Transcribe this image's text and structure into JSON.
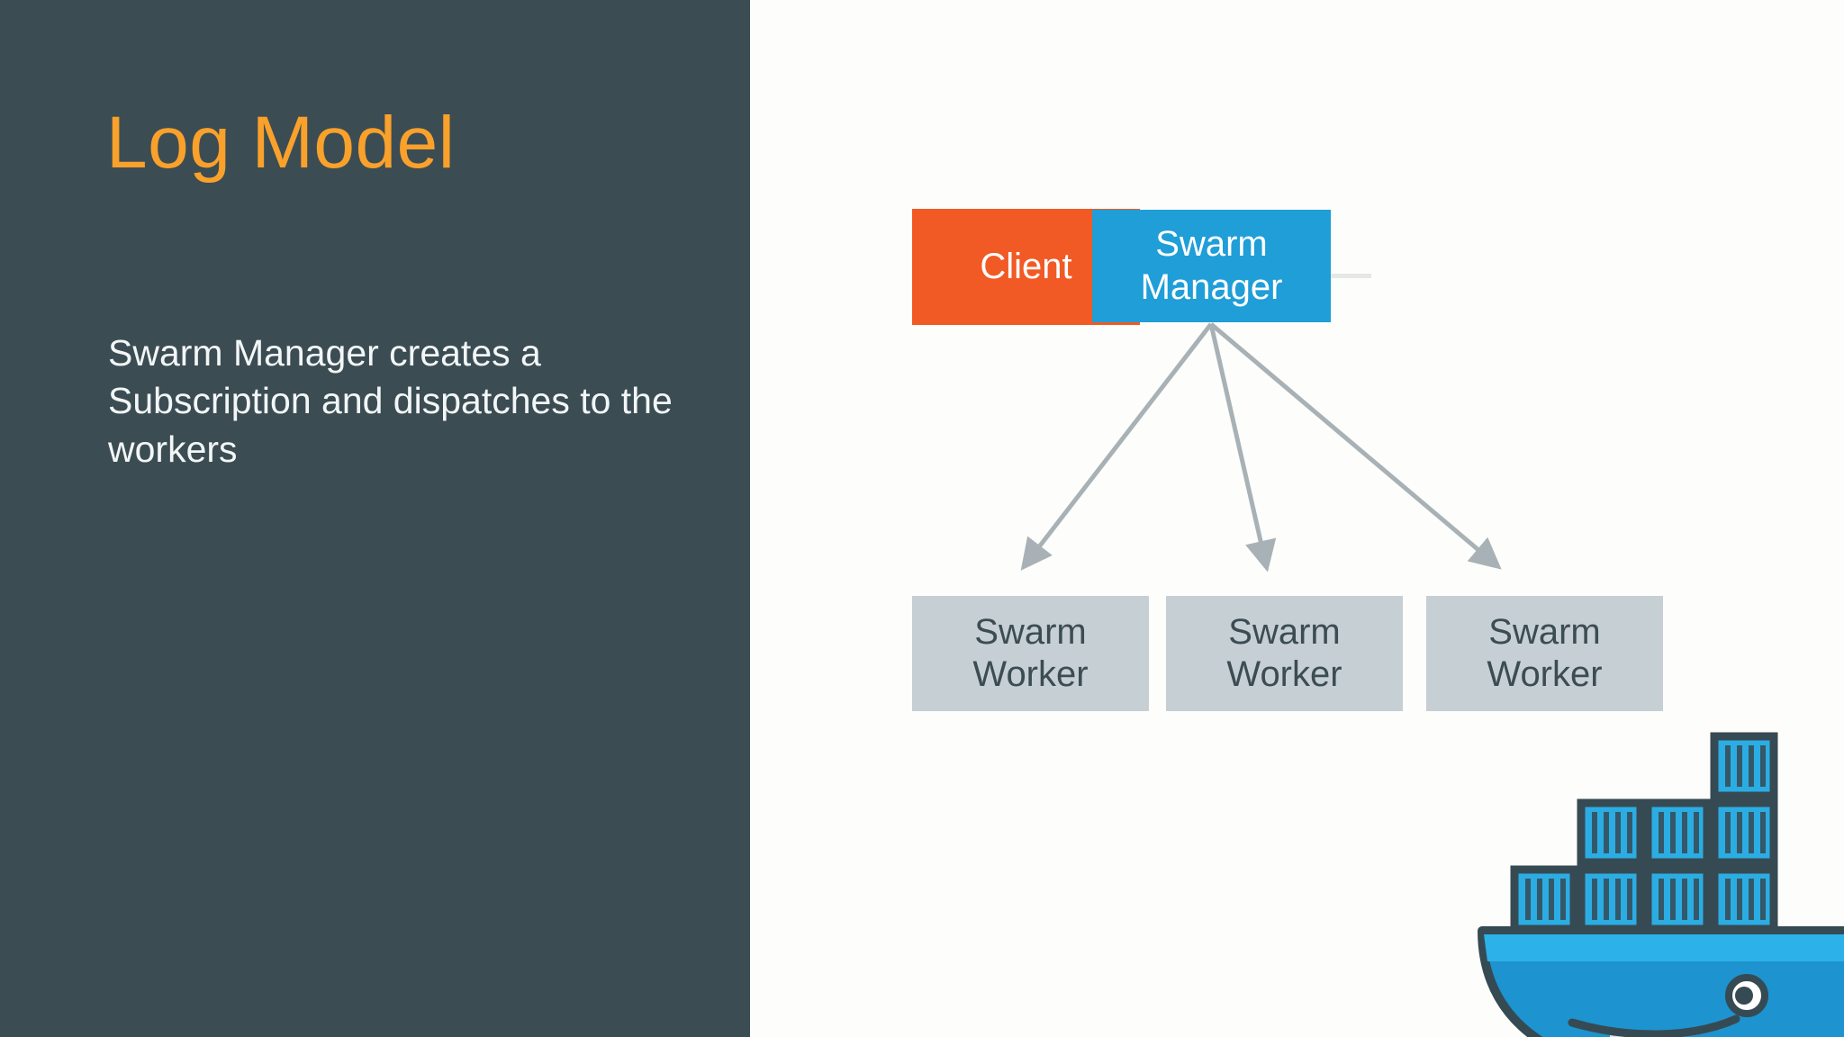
{
  "slide": {
    "title": "Log Model",
    "body": "Swarm Manager creates a Subscription and dispatches to the workers",
    "background_dark": "#3C4C53",
    "background_light": "#FDFEFB",
    "title_color": "#F9A12B",
    "body_color": "#F2F6F7"
  },
  "diagram": {
    "type": "node-graph",
    "nodes": [
      {
        "id": "client",
        "label": "Client",
        "label_lines": [
          "Client"
        ],
        "color": "#F15A25",
        "text_color": "#FFFFFF",
        "role": "client"
      },
      {
        "id": "manager",
        "label": "Swarm Manager",
        "label_lines": [
          "Swarm",
          "Manager"
        ],
        "color": "#1F9ED8",
        "text_color": "#FFFFFF",
        "role": "manager"
      },
      {
        "id": "worker1",
        "label": "Swarm Worker",
        "label_lines": [
          "Swarm",
          "Worker"
        ],
        "color": "#C6CFD3",
        "text_color": "#3C4C53",
        "role": "worker"
      },
      {
        "id": "worker2",
        "label": "Swarm Worker",
        "label_lines": [
          "Swarm",
          "Worker"
        ],
        "color": "#C6CFD3",
        "text_color": "#3C4C53",
        "role": "worker"
      },
      {
        "id": "worker3",
        "label": "Swarm Worker",
        "label_lines": [
          "Swarm",
          "Worker"
        ],
        "color": "#C6CFD3",
        "text_color": "#3C4C53",
        "role": "worker"
      }
    ],
    "edges": [
      {
        "from": "client",
        "to": "manager",
        "style": "plain-line",
        "color": "#E6E8E6"
      },
      {
        "from": "manager",
        "to": "worker1",
        "style": "arrow",
        "color": "#A8B2B6"
      },
      {
        "from": "manager",
        "to": "worker2",
        "style": "arrow",
        "color": "#A8B2B6"
      },
      {
        "from": "manager",
        "to": "worker3",
        "style": "arrow",
        "color": "#A8B2B6"
      }
    ],
    "arrow_color": "#A8B2B6",
    "connector_color": "#E6E8E6"
  },
  "logo": {
    "name": "docker-whale-logo",
    "hull_color": "#1D93CF",
    "hull_light": "#2CB1E8",
    "container_color": "#2BADE3",
    "outline_color": "#364A53",
    "belly_color": "#D5E3E8"
  }
}
